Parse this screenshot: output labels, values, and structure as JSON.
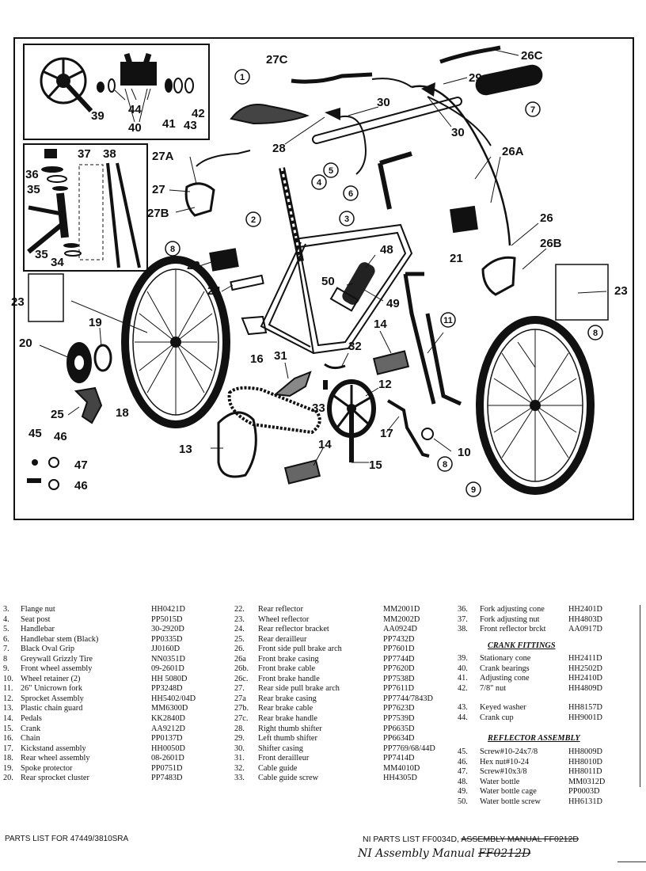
{
  "diagram": {
    "callouts": {
      "c27C": "27C",
      "c26C": "26C",
      "c29": "29",
      "c30a": "30",
      "c30b": "30",
      "c28": "28",
      "c26A": "26A",
      "c26": "26",
      "c26B": "26B",
      "c21": "21",
      "c23a": "23",
      "c23b": "23",
      "c27A": "27A",
      "c27": "27",
      "c27B": "27B",
      "c22": "22",
      "c24": "24",
      "c48": "48",
      "c50": "50",
      "c49": "49",
      "c14a": "14",
      "c14b": "14",
      "c32": "32",
      "c31": "31",
      "c16": "16",
      "c12": "12",
      "c33": "33",
      "c17": "17",
      "c10": "10",
      "c15": "15",
      "c13": "13",
      "c18": "18",
      "c19": "19",
      "c20": "20",
      "c25": "25",
      "c45": "45",
      "c46a": "46",
      "c46b": "46",
      "c47": "47",
      "c37": "37",
      "c38": "38",
      "c36": "36",
      "c35a": "35",
      "c35b": "35",
      "c34": "34",
      "c39": "39",
      "c44": "44",
      "c40": "40",
      "c41": "41",
      "c42": "42",
      "c43": "43"
    },
    "circled": {
      "k1": "1",
      "k7": "7",
      "k5": "5",
      "k4": "4",
      "k6": "6",
      "k2": "2",
      "k3": "3",
      "k8a": "8",
      "k8b": "8",
      "k8c": "8",
      "k11": "11",
      "k9": "9"
    }
  },
  "parts_col1": [
    {
      "num": "3.",
      "desc": "Flange nut",
      "code": "HH0421D"
    },
    {
      "num": "4.",
      "desc": "Seat post",
      "code": "PP5015D"
    },
    {
      "num": "5.",
      "desc": "Handlebar",
      "code": "30-2920D"
    },
    {
      "num": "6.",
      "desc": "Handlebar stem (Black)",
      "code": "PP0335D"
    },
    {
      "num": "7.",
      "desc": "Black Oval Grip",
      "code": "JJ0160D"
    },
    {
      "num": "8",
      "desc": "Greywall Grizzly Tire",
      "code": "NN0351D"
    },
    {
      "num": "9.",
      "desc": "Front wheel assembly",
      "code": "09-2601D"
    },
    {
      "num": "10.",
      "desc": "Wheel retainer (2)",
      "code": "HH 5080D"
    },
    {
      "num": "11.",
      "desc": "26\" Unicrown fork",
      "code": "PP3248D"
    },
    {
      "num": "12.",
      "desc": "Sprocket Assembly",
      "code": "HH5402/04D"
    },
    {
      "num": "13.",
      "desc": "Plastic chain guard",
      "code": "MM6300D"
    },
    {
      "num": "14.",
      "desc": "Pedals",
      "code": "KK2840D"
    },
    {
      "num": "15.",
      "desc": "Crank",
      "code": "AA9212D"
    },
    {
      "num": "16.",
      "desc": "Chain",
      "code": "PP0137D"
    },
    {
      "num": "17.",
      "desc": "Kickstand assembly",
      "code": "HH0050D"
    },
    {
      "num": "18.",
      "desc": "Rear wheel assembly",
      "code": "08-2601D"
    },
    {
      "num": "19.",
      "desc": "Spoke protector",
      "code": "PP0751D"
    },
    {
      "num": "20.",
      "desc": "Rear sprocket cluster",
      "code": "PP7483D"
    }
  ],
  "parts_col2": [
    {
      "num": "22.",
      "desc": "Rear reflector",
      "code": "MM2001D"
    },
    {
      "num": "23.",
      "desc": "Wheel reflector",
      "code": "MM2002D"
    },
    {
      "num": "24.",
      "desc": "Rear reflector bracket",
      "code": "AA0924D"
    },
    {
      "num": "25.",
      "desc": "Rear derailleur",
      "code": "PP7432D"
    },
    {
      "num": "26.",
      "desc": "Front side pull brake arch",
      "code": "PP7601D"
    },
    {
      "num": "26a",
      "desc": "Front brake casing",
      "code": "PP7744D"
    },
    {
      "num": "26b.",
      "desc": "Front brake cable",
      "code": "PP7620D"
    },
    {
      "num": "26c.",
      "desc": "Front brake handle",
      "code": "PP7538D"
    },
    {
      "num": "27.",
      "desc": "Rear side pull brake arch",
      "code": "PP7611D"
    },
    {
      "num": "27a",
      "desc": "Rear brake casing",
      "code": "PP7744/7843D"
    },
    {
      "num": "27b.",
      "desc": "Rear brake cable",
      "code": "PP7623D"
    },
    {
      "num": "27c.",
      "desc": "Rear brake handle",
      "code": "PP7539D"
    },
    {
      "num": "28.",
      "desc": "Right thumb shifter",
      "code": "PP6635D"
    },
    {
      "num": "29.",
      "desc": "Left thumb shifter",
      "code": "PP6634D"
    },
    {
      "num": "30.",
      "desc": "Shifter casing",
      "code": "PP7769/68/44D"
    },
    {
      "num": "31.",
      "desc": "Front derailleur",
      "code": "PP7414D"
    },
    {
      "num": "32.",
      "desc": "Cable guide",
      "code": "MM4010D"
    },
    {
      "num": "33.",
      "desc": "Cable guide screw",
      "code": "HH4305D"
    }
  ],
  "parts_col3_top": [
    {
      "num": "36.",
      "desc": "Fork adjusting cone",
      "code": "HH2401D"
    },
    {
      "num": "37.",
      "desc": "Fork adjusting nut",
      "code": "HH4803D"
    },
    {
      "num": "38.",
      "desc": "Front reflector brckt",
      "code": "AA0917D"
    }
  ],
  "crank_heading": "CRANK FITTINGS",
  "parts_crank_a": [
    {
      "num": "39.",
      "desc": "Stationary cone",
      "code": "HH2411D"
    },
    {
      "num": "40.",
      "desc": "Crank bearings",
      "code": "HH2502D"
    },
    {
      "num": "41.",
      "desc": "Adjusting cone",
      "code": "HH2410D"
    },
    {
      "num": "42.",
      "desc": "7/8\" nut",
      "code": "HH4809D"
    }
  ],
  "parts_crank_b": [
    {
      "num": "43.",
      "desc": "Keyed washer",
      "code": "HH8157D"
    },
    {
      "num": "44.",
      "desc": "Crank cup",
      "code": "HH9001D"
    }
  ],
  "reflector_heading": "REFLECTOR ASSEMBLY",
  "parts_reflector": [
    {
      "num": "45.",
      "desc": "Screw#10-24x7/8",
      "code": "HH8009D"
    },
    {
      "num": "46.",
      "desc": "Hex nut#10-24",
      "code": "HH8010D"
    },
    {
      "num": "47.",
      "desc": "Screw#10x3/8",
      "code": "HH8011D"
    },
    {
      "num": "48.",
      "desc": "Water bottle",
      "code": "MM0312D"
    },
    {
      "num": "49.",
      "desc": "Water bottle cage",
      "code": "PP0003D"
    },
    {
      "num": "50.",
      "desc": "Water bottle screw",
      "code": "HH6131D"
    }
  ],
  "footer": {
    "left": "PARTS LIST FOR 47449/3810SRA",
    "right_prefix": "NI",
    "right_main": "PARTS LIST FF0034D,",
    "right_struck": "ASSEMBLY MANUAL FF0212D",
    "hand_prefix": "NI Assembly Manual",
    "hand_struck": "FF0212D"
  }
}
